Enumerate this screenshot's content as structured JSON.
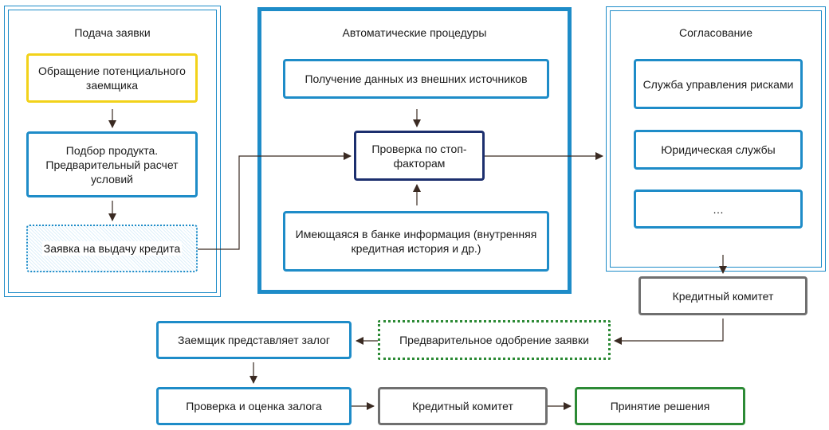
{
  "panels": {
    "submission": "Подача заявки",
    "automatic": "Автоматические процедуры",
    "approval": "Согласование"
  },
  "boxes": {
    "appeal": "Обращение потенциального заемщика",
    "product_selection": "Подбор продукта. Предварительный расчет условий",
    "loan_application": "Заявка на выдачу кредита",
    "external_data": "Получение данных из внешних источников",
    "stop_factors": "Проверка по стоп-факторам",
    "bank_info": "Имеющаяся в банке информация (внутренняя кредитная история и др.)",
    "risk_service": "Служба управления рисками",
    "legal_service": "Юридическая службы",
    "ellipsis": "…",
    "credit_committee_1": "Кредитный комитет",
    "preliminary_approval": "Предварительное одобрение заявки",
    "collateral_provided": "Заемщик представляет залог",
    "collateral_check": "Проверка и оценка залога",
    "credit_committee_2": "Кредитный комитет",
    "decision": "Принятие решения"
  },
  "colors": {
    "blue": "#1e8cc8",
    "yellow": "#f2d21a",
    "navy": "#1c2f6e",
    "gray": "#6f6f6f",
    "green": "#2c8a35",
    "arrow": "#3a2a22"
  }
}
